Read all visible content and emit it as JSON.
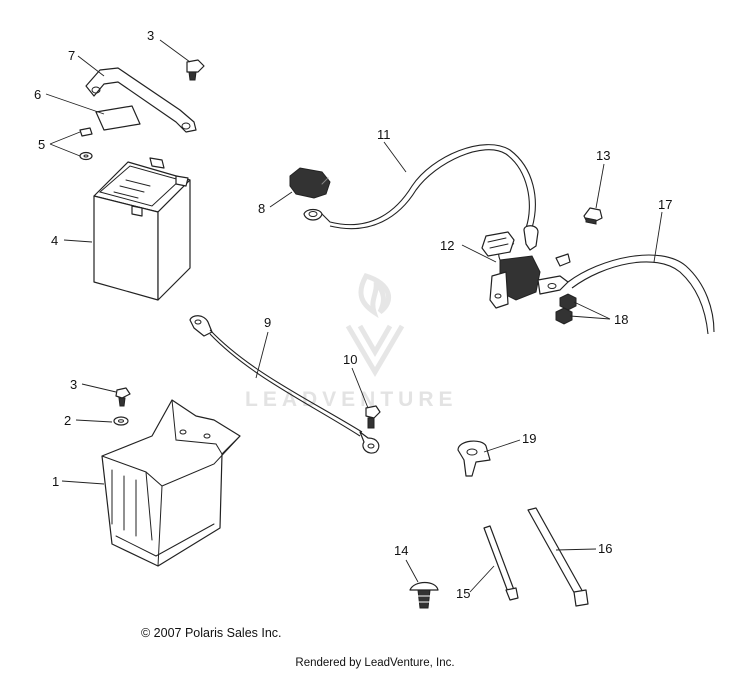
{
  "watermark": "LEADVENTURE",
  "callouts": [
    "1",
    "2",
    "3",
    "3",
    "4",
    "5",
    "6",
    "7",
    "8",
    "9",
    "10",
    "11",
    "12",
    "13",
    "14",
    "15",
    "16",
    "17",
    "18",
    "19"
  ],
  "copyright": "© 2007 Polaris Sales Inc.",
  "rendered_by": "Rendered by LeadVenture, Inc."
}
